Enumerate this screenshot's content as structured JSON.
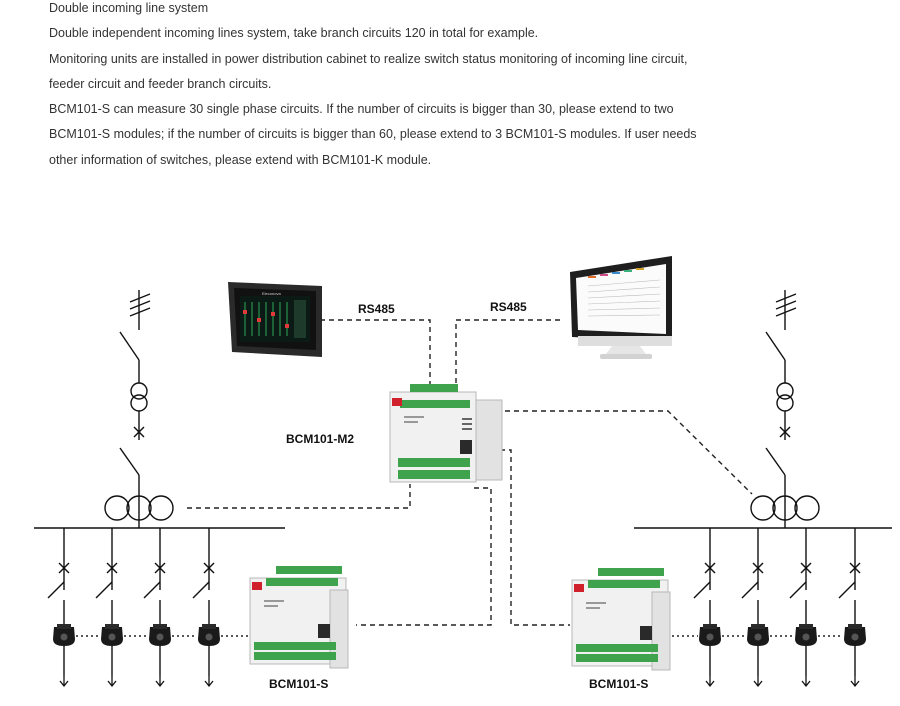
{
  "text": {
    "lines": [
      "Double incoming line system",
      "Double independent incoming lines system, take branch circuits 120 in total for example.",
      "Monitoring units are installed in power distribution cabinet to realize switch status monitoring of incoming line circuit,",
      "feeder circuit and feeder branch circuits.",
      "BCM101-S can measure 30 single phase circuits. If the number of circuits is bigger than 30, please extend to two",
      "BCM101-S modules; if the number of circuits is bigger than 60, please extend to 3 BCM101-S modules. If user needs",
      "other information of switches, please extend with BCM101-K module."
    ]
  },
  "diagram": {
    "rs485_left": "RS485",
    "rs485_right": "RS485",
    "main_module": "BCM101-M2",
    "sub_module_left": "BCM101-S",
    "sub_module_right": "BCM101-S",
    "hmi_brand": "Eleconova",
    "colors": {
      "terminal_green": "#3fa34d",
      "module_body": "#f1f1f1",
      "red_tag": "#d0202b",
      "ct_black": "#1a1a1a"
    }
  }
}
